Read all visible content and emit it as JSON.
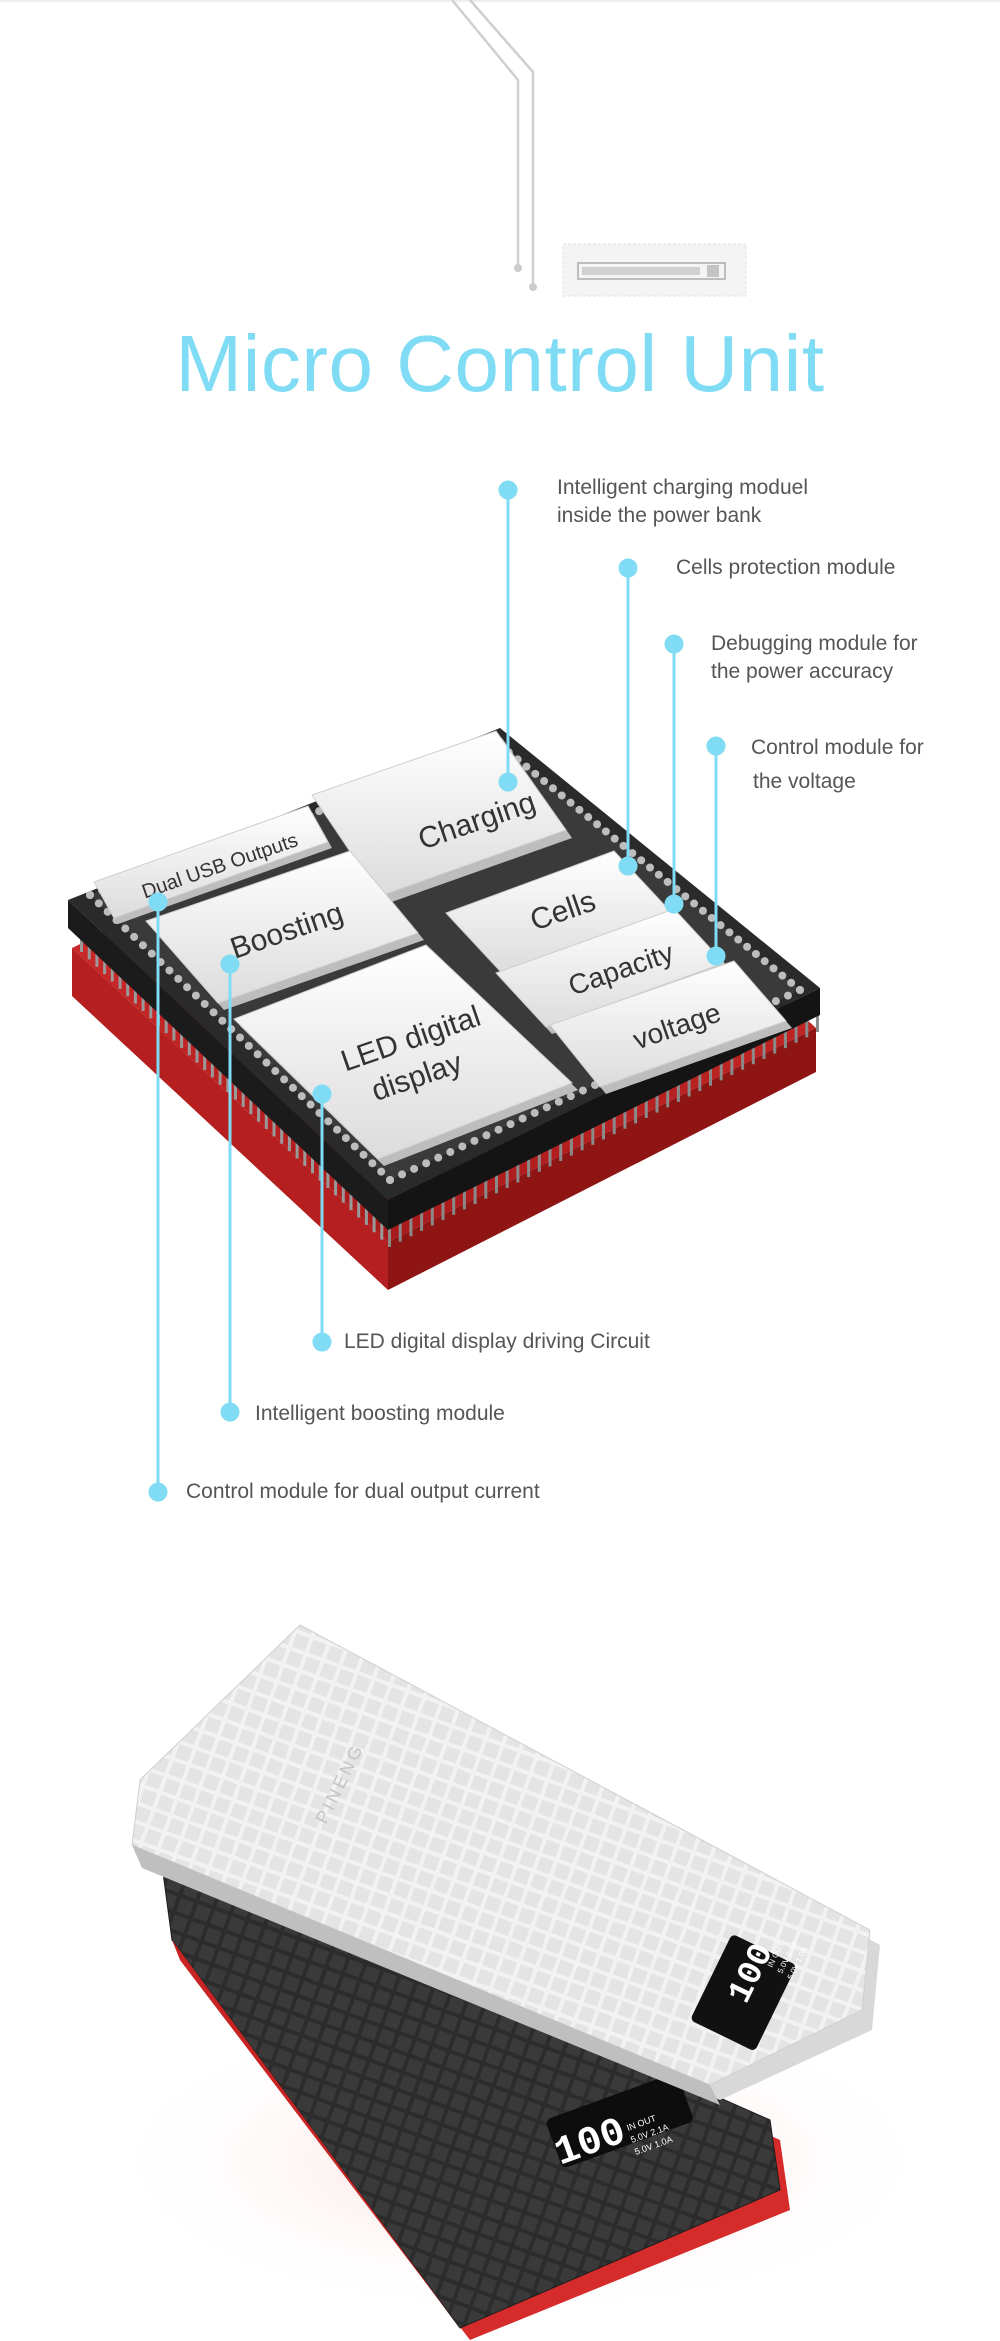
{
  "page_title": "Micro Control Unit",
  "colors": {
    "accent": "#7fdcf4",
    "label_text": "#555555",
    "board_black": "#2b2b2b",
    "board_red": "#d42a2a"
  },
  "chip_modules": {
    "charging": "Charging",
    "cells": "Cells",
    "capacity": "Capacity",
    "voltage": "voltage",
    "dual_usb": "Dual USB Outputs",
    "boosting": "Boosting",
    "led_line1": "LED digital",
    "led_line2": "display"
  },
  "callouts": {
    "charging_line1": "Intelligent charging moduel",
    "charging_line2": "inside the power bank",
    "cells": "Cells protection module",
    "debug_line1": "Debugging module for",
    "debug_line2": "the power accuracy",
    "voltage_line1": "Control module for",
    "voltage_line2": "the voltage",
    "led": "LED digital display driving Circuit",
    "boosting": "Intelligent boosting module",
    "dual": "Control module for dual output current"
  },
  "products": {
    "brand": "PINENG",
    "white_display": "100",
    "black_display": "100",
    "display_specs": [
      "IN OUT",
      "5.0V 2.1A",
      "5.0V 1.0A"
    ]
  }
}
